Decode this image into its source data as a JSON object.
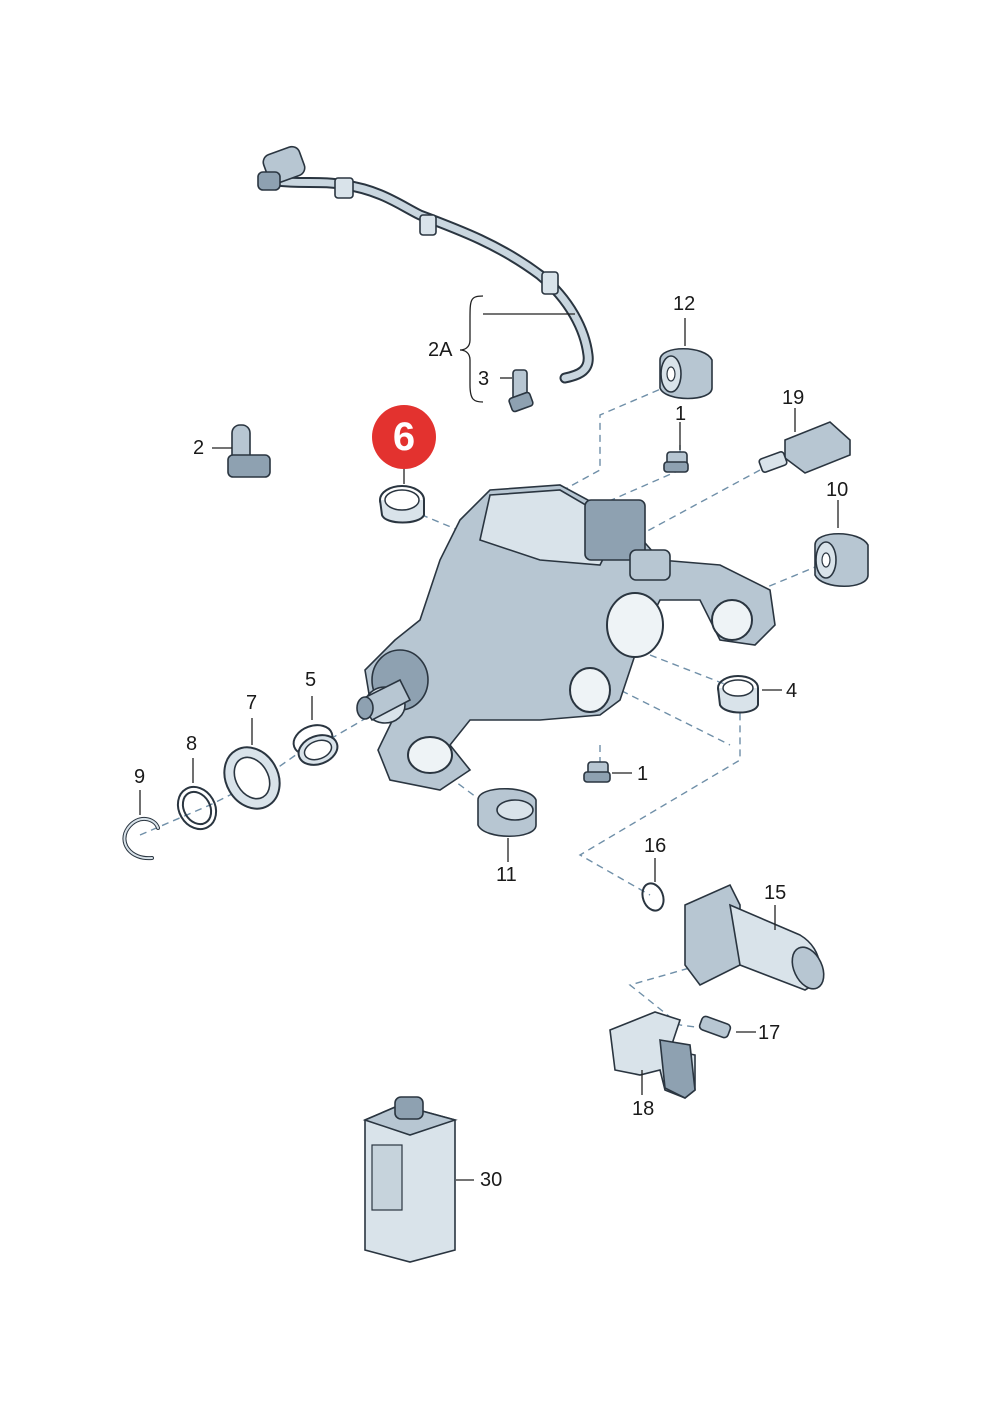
{
  "highlight": {
    "label": "6",
    "color": "#e3322f"
  },
  "callouts": {
    "c1a": "1",
    "c1b": "1",
    "c2": "2",
    "c2a": "2A",
    "c3": "3",
    "c4": "4",
    "c5": "5",
    "c7": "7",
    "c8": "8",
    "c9": "9",
    "c10": "10",
    "c11": "11",
    "c12": "12",
    "c15": "15",
    "c16": "16",
    "c17": "17",
    "c18": "18",
    "c19": "19",
    "c30": "30"
  },
  "colors": {
    "part_fill": "#b7c6d2",
    "outline": "#2a3540",
    "guide_line": "#6f8fa8"
  }
}
